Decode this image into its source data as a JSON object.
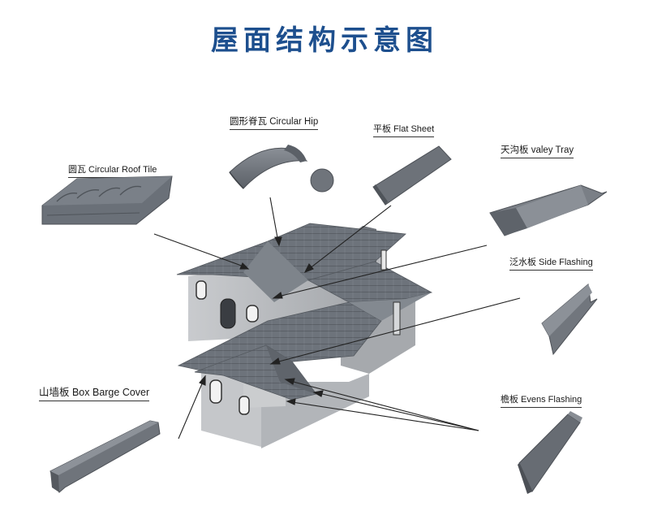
{
  "title": "屋面结构示意图",
  "labels": {
    "circular_hip": "圆形脊瓦 Circular Hip",
    "flat_sheet": "平板  Flat  Sheet",
    "valey_tray": "天沟板  valey  Tray",
    "circular_roof_tile": "圆瓦   Circular Roof Tile",
    "side_flashing": "泛水板 Side Flashing",
    "box_barge_cover": "山墙板  Box Barge Cover",
    "evens_flashing": "檐板 Evens Flashing"
  },
  "colors": {
    "title": "#1d4f8e",
    "roof": "#6b7078",
    "wall": "#bfc1c4",
    "component": "#6e737a"
  }
}
